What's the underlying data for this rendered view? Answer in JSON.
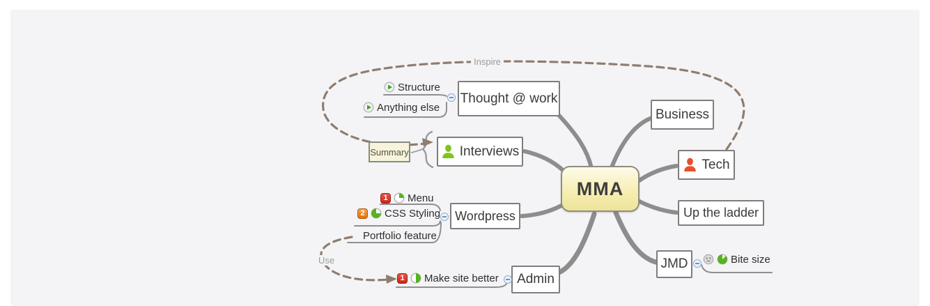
{
  "root": {
    "label": "MMA"
  },
  "topics": {
    "thought": {
      "label": "Thought @ work"
    },
    "business": {
      "label": "Business"
    },
    "tech": {
      "label": "Tech",
      "marker": "person-red"
    },
    "interviews": {
      "label": "Interviews",
      "marker": "person-green"
    },
    "wordpress": {
      "label": "Wordpress"
    },
    "up_the_ladder": {
      "label": "Up the ladder"
    },
    "admin": {
      "label": "Admin"
    },
    "jmd": {
      "label": "JMD"
    }
  },
  "subtopics": {
    "structure": {
      "label": "Structure",
      "markers": [
        "task-start"
      ]
    },
    "anything_else": {
      "label": "Anything else",
      "markers": [
        "task-start"
      ]
    },
    "menu": {
      "label": "Menu",
      "markers": [
        "priority-1",
        "task-quarter"
      ]
    },
    "css_styling": {
      "label": "CSS Styling",
      "markers": [
        "priority-2",
        "task-three-quarter"
      ]
    },
    "portfolio_feature": {
      "label": "Portfolio feature",
      "markers": []
    },
    "make_site_better": {
      "label": "Make site better",
      "markers": [
        "priority-1",
        "task-half"
      ]
    },
    "bite_size": {
      "label": "Bite size",
      "markers": [
        "smiley-gray",
        "task-seven-eighths"
      ]
    }
  },
  "callout": {
    "label": "Summary"
  },
  "relationships": {
    "inspire": {
      "label": "Inspire",
      "from": "Tech",
      "to": "Interviews"
    },
    "use": {
      "label": "Use",
      "from": "Portfolio feature",
      "to": "Make site better"
    }
  },
  "badges": {
    "p1": "1",
    "p2": "2"
  },
  "colors": {
    "canvas": "#f4f4f6",
    "page": "#ffffff",
    "branch": "#8d8d8d",
    "topic_border": "#7d7d7d",
    "root_fill_top": "#fefbe9",
    "root_fill_bottom": "#eee39a",
    "relationship": "#8f7d6f",
    "priority1_red": "#d93a2b",
    "priority2_orange": "#ef8223",
    "task_green": "#56b41c",
    "person_green": "#7fc41f",
    "person_red": "#e84f2e",
    "callout_fill": "#f7f3dc"
  }
}
